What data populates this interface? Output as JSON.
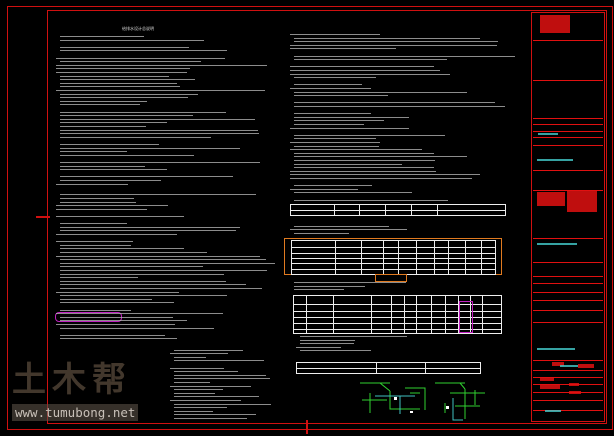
{
  "drawing": {
    "title": "给排水设计总说明",
    "frame_color": "#d01010",
    "text_color": "#bbbbbb",
    "table_color": "#eeeeee",
    "highlight_colors": [
      "#e07a20",
      "#c020c0",
      "#30d030",
      "#40c0c0"
    ]
  },
  "watermark": {
    "logo": "土木帮",
    "url": "www.tumubong.net"
  }
}
